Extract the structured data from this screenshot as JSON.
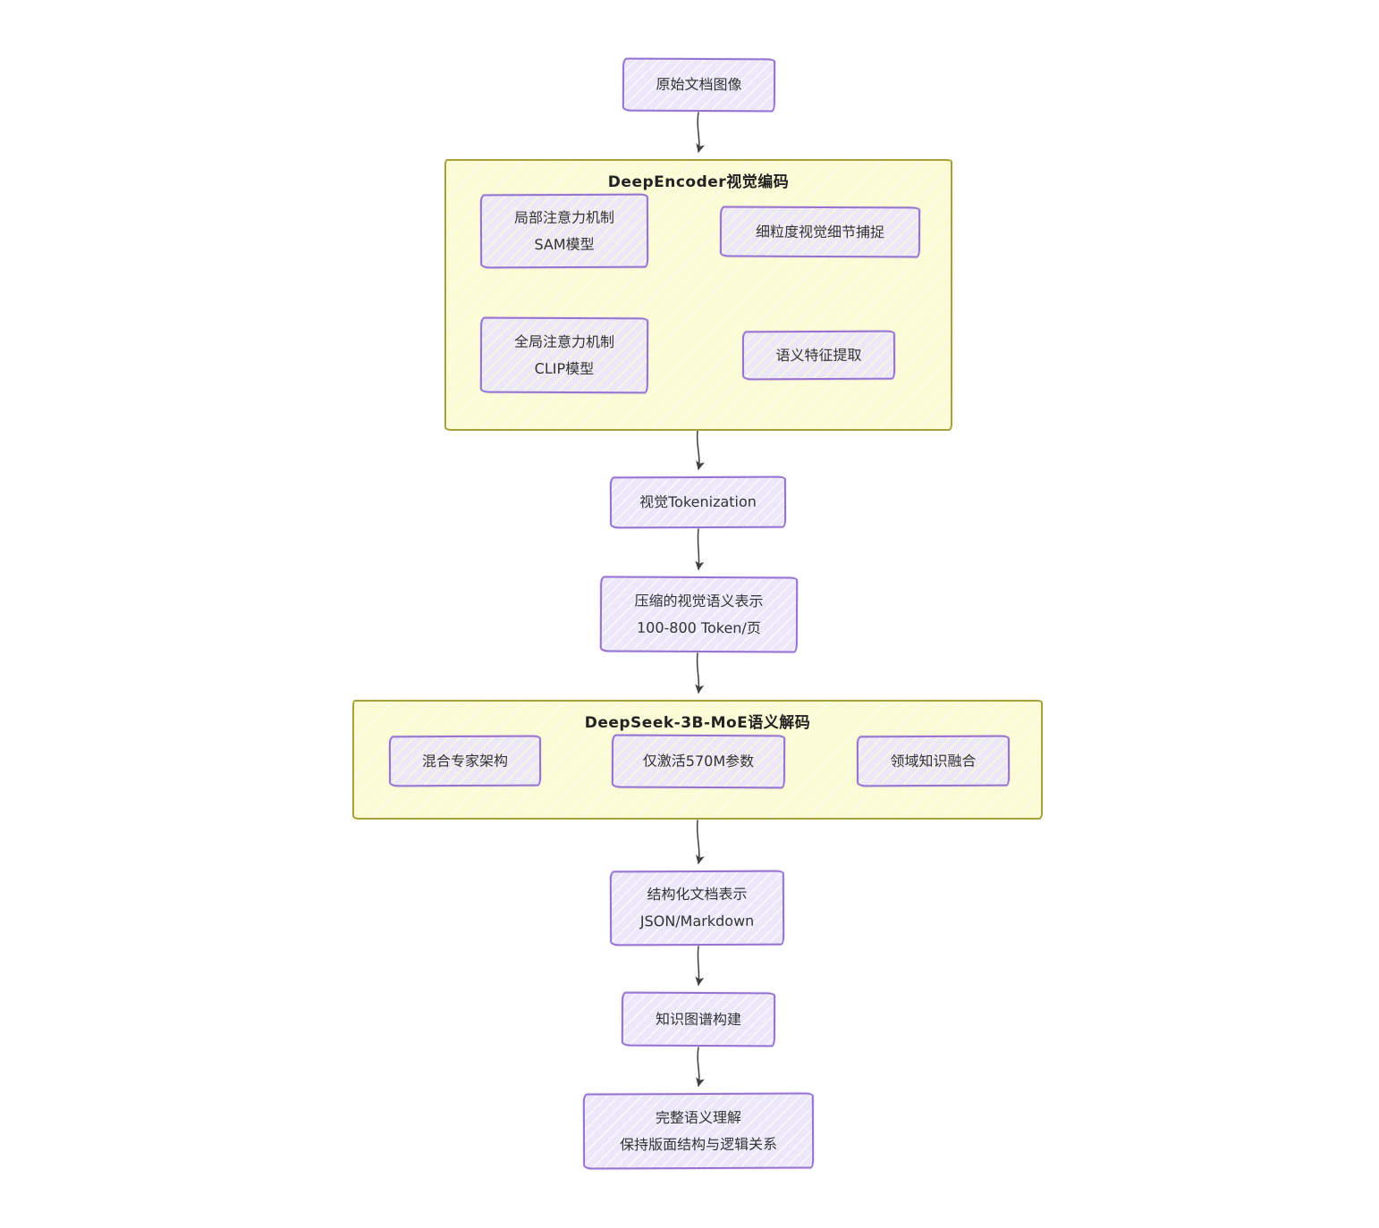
{
  "diagram_title": "DeepSeek-OCR document understanding pipeline flowchart",
  "groups": {
    "encoder": {
      "title": "DeepEncoder视觉编码"
    },
    "decoder": {
      "title": "DeepSeek-3B-MoE语义解码"
    }
  },
  "nodes": {
    "raw_image": {
      "label": "原始文档图像"
    },
    "local_attn": {
      "line1": "局部注意力机制",
      "line2": "SAM模型"
    },
    "fine_detail": {
      "label": "细粒度视觉细节捕捉"
    },
    "global_attn": {
      "line1": "全局注意力机制",
      "line2": "CLIP模型"
    },
    "semantic_extract": {
      "label": "语义特征提取"
    },
    "tokenization": {
      "label": "视觉Tokenization"
    },
    "compressed": {
      "line1": "压缩的视觉语义表示",
      "line2": "100-800 Token/页"
    },
    "moe_arch": {
      "label": "混合专家架构"
    },
    "activation": {
      "label": "仅激活570M参数"
    },
    "domain_fusion": {
      "label": "领域知识融合"
    },
    "structured": {
      "line1": "结构化文档表示",
      "line2": "JSON/Markdown"
    },
    "knowledge_graph": {
      "label": "知识图谱构建"
    },
    "final_understanding": {
      "line1": "完整语义理解",
      "line2": "保持版面结构与逻辑关系"
    }
  },
  "colors": {
    "node_fill": "#ece8f9",
    "node_border": "#9673d2",
    "group_fill": "#fbfbd5",
    "group_border": "#a6a139",
    "arrow": "#3f3f3f",
    "text": "#333333"
  }
}
